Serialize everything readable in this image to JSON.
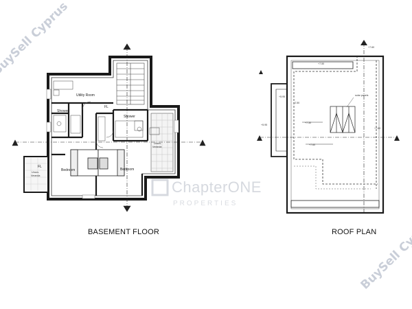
{
  "watermarks": {
    "buysell": "BuySell Cyprus",
    "chapterone_main": "ChapterONE",
    "chapterone_sub": "PROPERTIES"
  },
  "basement": {
    "title": "BASEMENT FLOOR",
    "rooms": {
      "utility": "Utility Room",
      "shower_left": "Shower",
      "shower_right": "Shower",
      "bedroom_left": "Bedroom",
      "bedroom_right": "Bedroom",
      "veranda_left_1": "Uncov.",
      "veranda_left_2": "Veranda",
      "veranda_right_1": "Uncov.",
      "veranda_right_2": "Veranda"
    },
    "levels": {
      "fl1": "FL",
      "fl2": "FL"
    }
  },
  "roof": {
    "title": "ROOF PLAN",
    "solar_label": "solar panels",
    "levels": {
      "l1": "+2.50",
      "l2": "+7.30",
      "l3": "+7.60",
      "l4": "+7.60",
      "l5": "+5.95",
      "l6": "+5.95",
      "l7": "+7.50",
      "l8": "+7.60"
    }
  }
}
